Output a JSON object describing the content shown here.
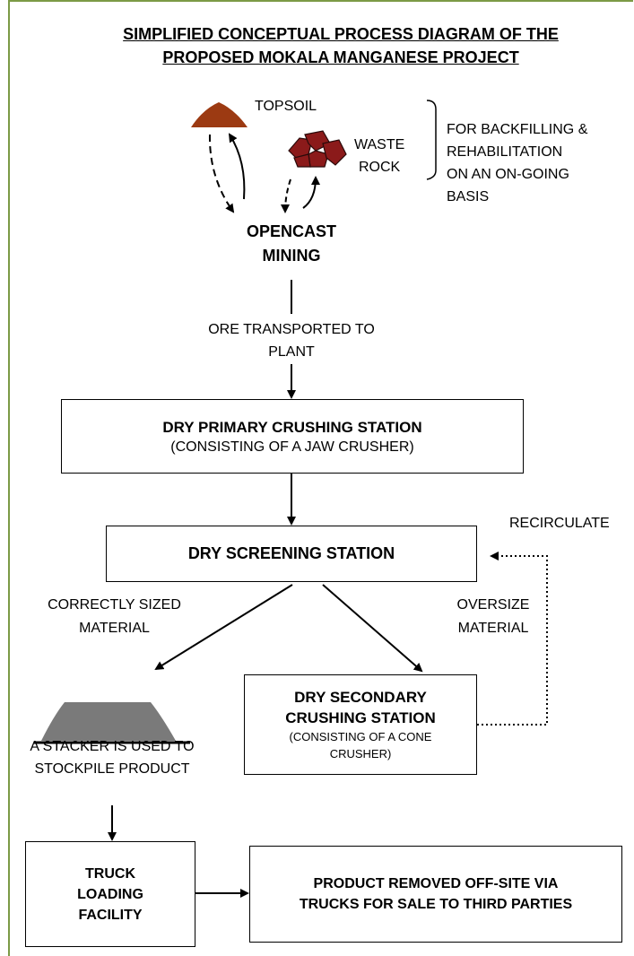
{
  "title": {
    "line1": "SIMPLIFIED CONCEPTUAL PROCESS DIAGRAM OF THE",
    "line2": "PROPOSED MOKALA MANGANESE PROJECT"
  },
  "labels": {
    "topsoil": "TOPSOIL",
    "waste_rock_1": "WASTE",
    "waste_rock_2": "ROCK",
    "backfill_1": "FOR BACKFILLING &",
    "backfill_2": "REHABILITATION",
    "backfill_3": "ON AN ON-GOING",
    "backfill_4": "BASIS",
    "opencast_1": "OPENCAST",
    "opencast_2": "MINING",
    "ore_1": "ORE TRANSPORTED TO",
    "ore_2": "PLANT",
    "recirculate": "RECIRCULATE",
    "correct_1": "CORRECTLY SIZED",
    "correct_2": "MATERIAL",
    "oversize_1": "OVERSIZE",
    "oversize_2": "MATERIAL",
    "stacker_1": "A STACKER IS USED TO",
    "stacker_2": "STOCKPILE PRODUCT"
  },
  "boxes": {
    "primary_title": "DRY PRIMARY CRUSHING STATION",
    "primary_sub": "(CONSISTING OF A JAW CRUSHER)",
    "screening_title": "DRY SCREENING STATION",
    "secondary_title_1": "DRY SECONDARY",
    "secondary_title_2": "CRUSHING STATION",
    "secondary_sub_1": "(CONSISTING OF A CONE",
    "secondary_sub_2": "CRUSHER)",
    "truck_1": "TRUCK",
    "truck_2": "LOADING",
    "truck_3": "FACILITY",
    "product_1": "PRODUCT REMOVED OFF-SITE VIA",
    "product_2": "TRUCKS FOR SALE TO THIRD PARTIES"
  },
  "colors": {
    "frame": "#7c9a46",
    "topsoil": "#9c3a12",
    "rock_fill": "#8b1a1a",
    "stockpile": "#7a7a7a"
  }
}
